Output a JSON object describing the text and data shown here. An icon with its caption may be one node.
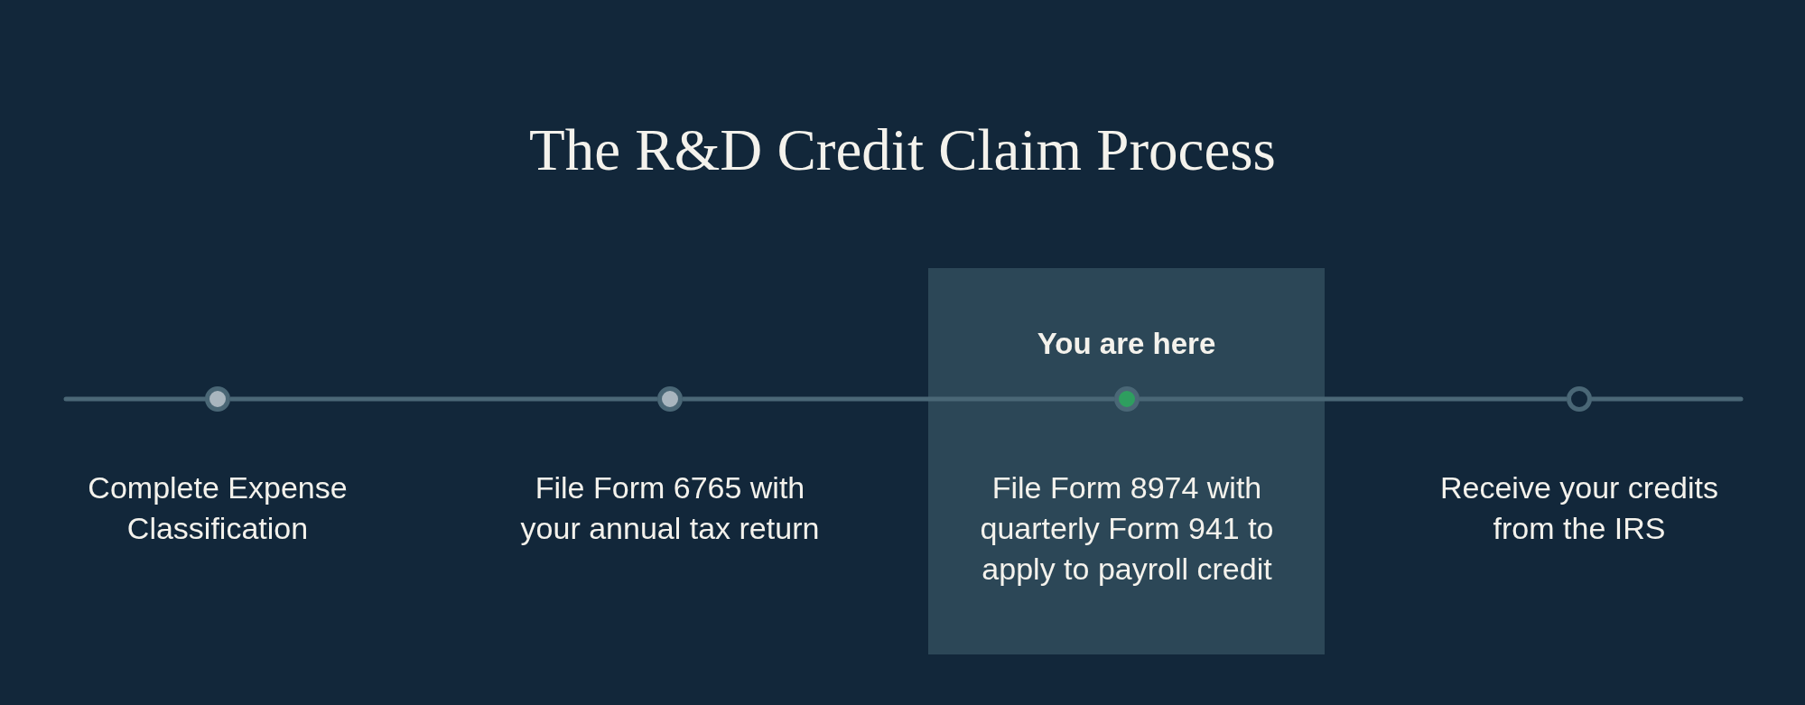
{
  "diagram": {
    "title": "The R&D Credit Claim Process",
    "nodes": [
      {
        "text": [],
        "shape": "circle",
        "beside": [
          "Complete Expense Classification"
        ]
      },
      {
        "text": [],
        "shape": "circle",
        "beside": [
          "File Form 6765 with your annual tax return"
        ]
      },
      {
        "text": [
          "You are here"
        ]
      },
      {
        "text": [],
        "shape": "circle",
        "in": 2,
        "beside": [
          "File Form 8974 with quarterly Form 941 to apply to payroll credit"
        ]
      },
      {
        "text": [],
        "shape": "circle",
        "beside": [
          "Receive your credits from the IRS"
        ]
      }
    ],
    "edges": [
      {
        "from": null,
        "to": 0,
        "arrow": "none"
      },
      {
        "from": 0,
        "to": 1,
        "arrow": "none"
      },
      {
        "from": 1,
        "to": 3,
        "arrow": "none"
      },
      {
        "from": 3,
        "to": 4,
        "arrow": "none"
      },
      {
        "from": 4,
        "to": null,
        "arrow": "none"
      }
    ]
  }
}
